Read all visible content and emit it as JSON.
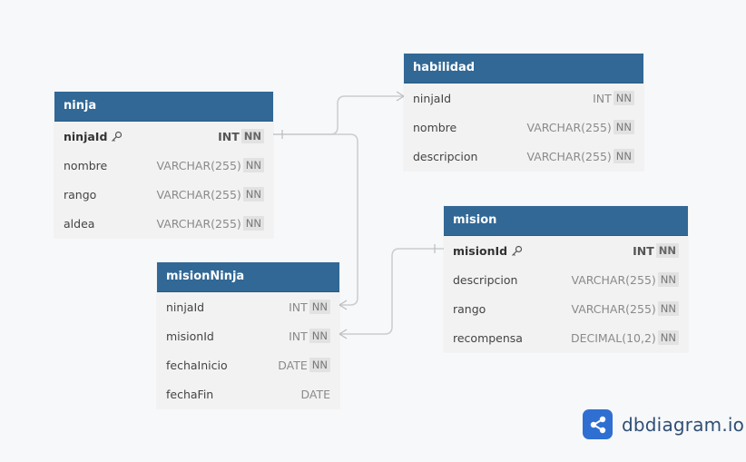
{
  "tables": {
    "ninja": {
      "name": "ninja",
      "fields": [
        {
          "name": "ninjaId",
          "type": "INT",
          "nn": "NN",
          "pk": true
        },
        {
          "name": "nombre",
          "type": "VARCHAR(255)",
          "nn": "NN"
        },
        {
          "name": "rango",
          "type": "VARCHAR(255)",
          "nn": "NN"
        },
        {
          "name": "aldea",
          "type": "VARCHAR(255)",
          "nn": "NN"
        }
      ]
    },
    "habilidad": {
      "name": "habilidad",
      "fields": [
        {
          "name": "ninjaId",
          "type": "INT",
          "nn": "NN"
        },
        {
          "name": "nombre",
          "type": "VARCHAR(255)",
          "nn": "NN"
        },
        {
          "name": "descripcion",
          "type": "VARCHAR(255)",
          "nn": "NN"
        }
      ]
    },
    "mision": {
      "name": "mision",
      "fields": [
        {
          "name": "misionId",
          "type": "INT",
          "nn": "NN",
          "pk": true
        },
        {
          "name": "descripcion",
          "type": "VARCHAR(255)",
          "nn": "NN"
        },
        {
          "name": "rango",
          "type": "VARCHAR(255)",
          "nn": "NN"
        },
        {
          "name": "recompensa",
          "type": "DECIMAL(10,2)",
          "nn": "NN"
        }
      ]
    },
    "misionNinja": {
      "name": "misionNinja",
      "fields": [
        {
          "name": "ninjaId",
          "type": "INT",
          "nn": "NN"
        },
        {
          "name": "misionId",
          "type": "INT",
          "nn": "NN"
        },
        {
          "name": "fechaInicio",
          "type": "DATE",
          "nn": "NN"
        },
        {
          "name": "fechaFin",
          "type": "DATE",
          "nn": ""
        }
      ]
    }
  },
  "brand": {
    "text": "dbdiagram.io"
  },
  "colors": {
    "header": "#316896",
    "body": "#f2f2f2",
    "link": "#cfcfcf",
    "brand": "#2f6fd1"
  }
}
